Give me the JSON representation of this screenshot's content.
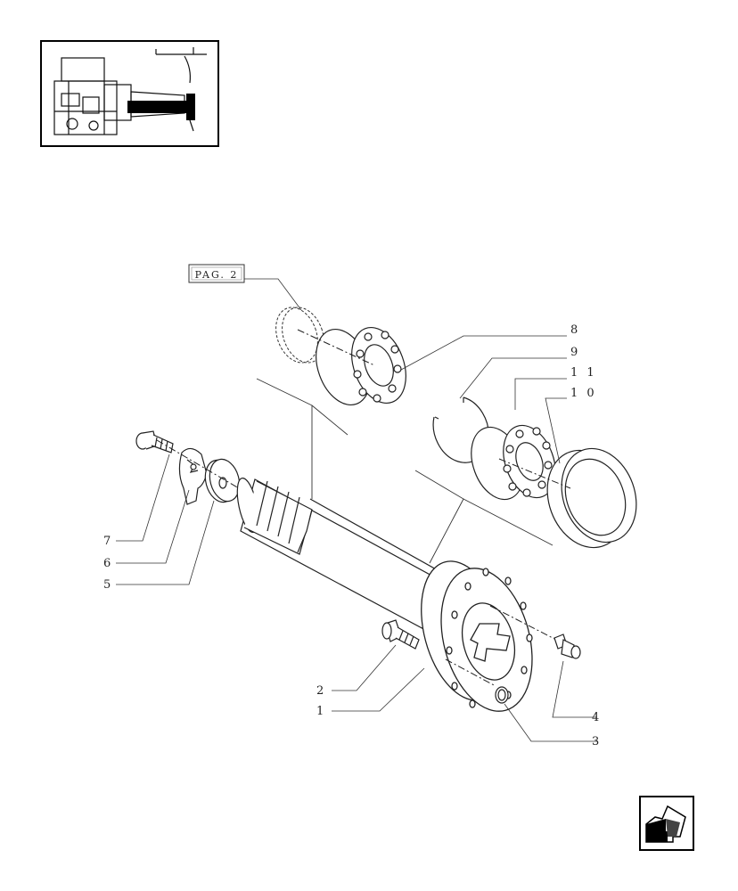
{
  "reference_box": {
    "label": "PAG. 2"
  },
  "callouts": [
    {
      "id": "1",
      "text": "1"
    },
    {
      "id": "2",
      "text": "2"
    },
    {
      "id": "3",
      "text": "3"
    },
    {
      "id": "4",
      "text": "4"
    },
    {
      "id": "5",
      "text": "5"
    },
    {
      "id": "6",
      "text": "6"
    },
    {
      "id": "7",
      "text": "7"
    },
    {
      "id": "8",
      "text": "8"
    },
    {
      "id": "9",
      "text": "9"
    },
    {
      "id": "10",
      "text": "1 0"
    },
    {
      "id": "11",
      "text": "1 1"
    }
  ],
  "icons": {
    "thumbnail": "assembly-location-thumbnail",
    "navigation": "previous-page-arrow-icon"
  }
}
